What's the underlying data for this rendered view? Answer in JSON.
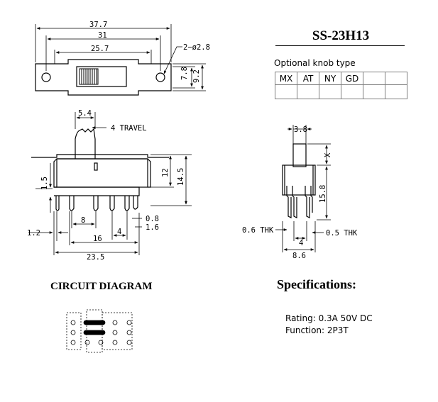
{
  "model": "SS-23H13",
  "knob": {
    "label": "Optional knob type",
    "options": [
      "MX",
      "AT",
      "NY",
      "GD",
      "",
      ""
    ]
  },
  "top_view": {
    "dim_overall": "37.7",
    "dim_holes": "31",
    "dim_body": "25.7",
    "dim_hole_dia": "2−ø2.8",
    "dim_height_inner": "7.8",
    "dim_height_outer": "9.2"
  },
  "front_view": {
    "dim_knob_width": "5.4",
    "travel": "4 TRAVEL",
    "dim_height_12": "12",
    "dim_height_14_5": "14.5",
    "dim_1_5": "1.5",
    "dim_8": "8",
    "dim_4": "4",
    "dim_0_8": "0.8",
    "dim_1_6": "1.6",
    "dim_1_2": "1.2",
    "dim_16": "16",
    "dim_23_5": "23.5"
  },
  "side_view": {
    "dim_3_8": "3.8",
    "dim_x": "X",
    "dim_15_8": "15.8",
    "dim_0_6_thk": "0.6 THK",
    "dim_4": "4",
    "dim_0_5_thk": "0.5 THK",
    "dim_8_6": "8.6"
  },
  "circuit": {
    "title": "CIRCUIT DIAGRAM"
  },
  "specs": {
    "title": "Specifications:",
    "rating_label": "Rating:",
    "rating_value": "0.3A 50V DC",
    "function_label": "Function:",
    "function_value": "2P3T"
  }
}
